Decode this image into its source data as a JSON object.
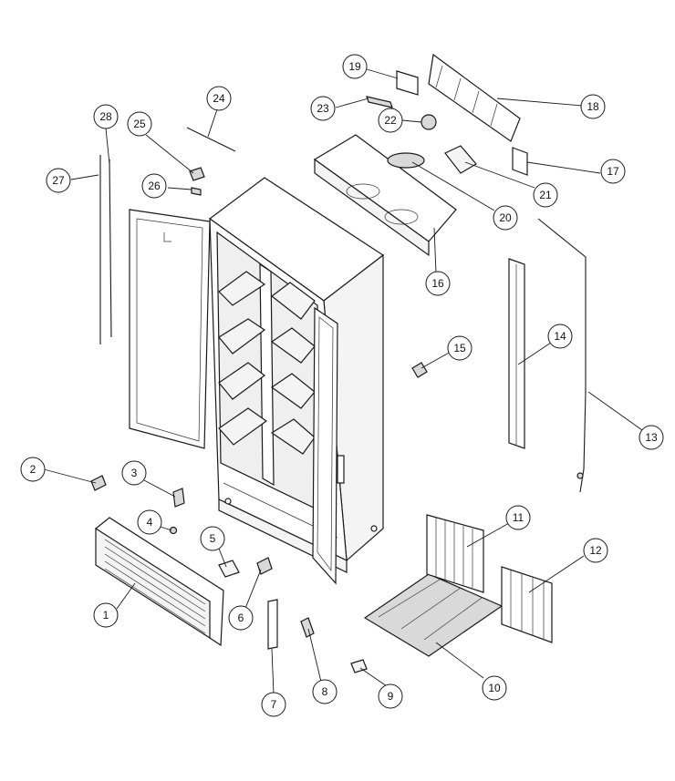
{
  "colors": {
    "line": "#1a1a1a",
    "background": "#ffffff"
  },
  "callouts": [
    {
      "label": "1"
    },
    {
      "label": "2"
    },
    {
      "label": "3"
    },
    {
      "label": "4"
    },
    {
      "label": "5"
    },
    {
      "label": "6"
    },
    {
      "label": "7"
    },
    {
      "label": "8"
    },
    {
      "label": "9"
    },
    {
      "label": "10"
    },
    {
      "label": "11"
    },
    {
      "label": "12"
    },
    {
      "label": "13"
    },
    {
      "label": "14"
    },
    {
      "label": "15"
    },
    {
      "label": "16"
    },
    {
      "label": "17"
    },
    {
      "label": "18"
    },
    {
      "label": "19"
    },
    {
      "label": "20"
    },
    {
      "label": "21"
    },
    {
      "label": "22"
    },
    {
      "label": "23"
    },
    {
      "label": "24"
    },
    {
      "label": "25"
    },
    {
      "label": "26"
    },
    {
      "label": "27"
    },
    {
      "label": "28"
    }
  ]
}
